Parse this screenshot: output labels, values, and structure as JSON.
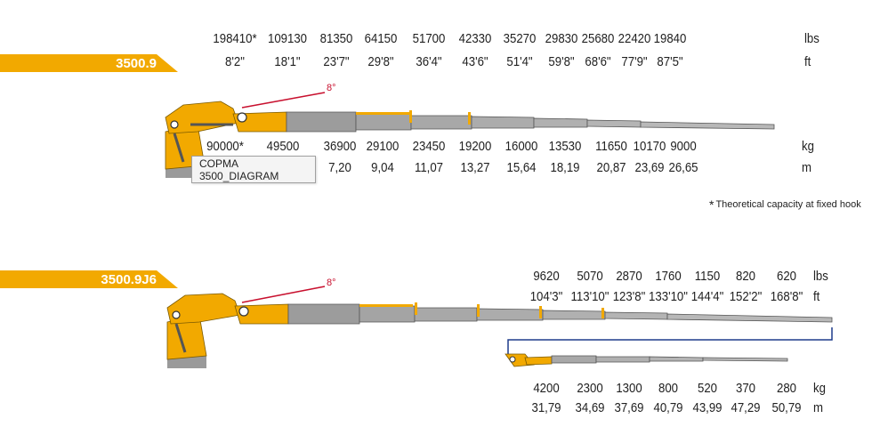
{
  "diagram1": {
    "model": "3500.9",
    "angle": "8°",
    "lbs": [
      "198410*",
      "109130",
      "81350",
      "64150",
      "51700",
      "42330",
      "35270",
      "29830",
      "25680",
      "22420",
      "19840"
    ],
    "ft": [
      "8'2\"",
      "18'1\"",
      "23'7\"",
      "29'8\"",
      "36'4\"",
      "43'6\"",
      "51'4\"",
      "59'8\"",
      "68'6\"",
      "77'9\"",
      "87'5\""
    ],
    "kg": [
      "90000*",
      "49500",
      "36900",
      "29100",
      "23450",
      "19200",
      "16000",
      "13530",
      "11650",
      "10170",
      "9000"
    ],
    "m": [
      "",
      "",
      "7,20",
      "9,04",
      "11,07",
      "13,27",
      "15,64",
      "18,19",
      "20,87",
      "23,69",
      "26,65"
    ],
    "units": {
      "lbs": "lbs",
      "ft": "ft",
      "kg": "kg",
      "m": "m"
    },
    "tooltip": "COPMA 3500_DIAGRAM",
    "note": "Theoretical capacity at fixed hook",
    "note_star": "*"
  },
  "diagram2": {
    "model": "3500.9J6",
    "angle": "8°",
    "lbs": [
      "9620",
      "5070",
      "2870",
      "1760",
      "1150",
      "820",
      "620"
    ],
    "ft": [
      "104'3\"",
      "113'10\"",
      "123'8\"",
      "133'10\"",
      "144'4\"",
      "152'2\"",
      "168'8\""
    ],
    "kg": [
      "4200",
      "2300",
      "1300",
      "800",
      "520",
      "370",
      "280"
    ],
    "m": [
      "31,79",
      "34,69",
      "37,69",
      "40,79",
      "43,99",
      "47,29",
      "50,79"
    ],
    "units": {
      "lbs": "lbs",
      "ft": "ft",
      "kg": "kg",
      "m": "m"
    }
  },
  "colors": {
    "yellow": "#f2a900",
    "boom": "#8c8c8c",
    "angle_line": "#c8102e",
    "jib_link": "#1e3c8c"
  }
}
